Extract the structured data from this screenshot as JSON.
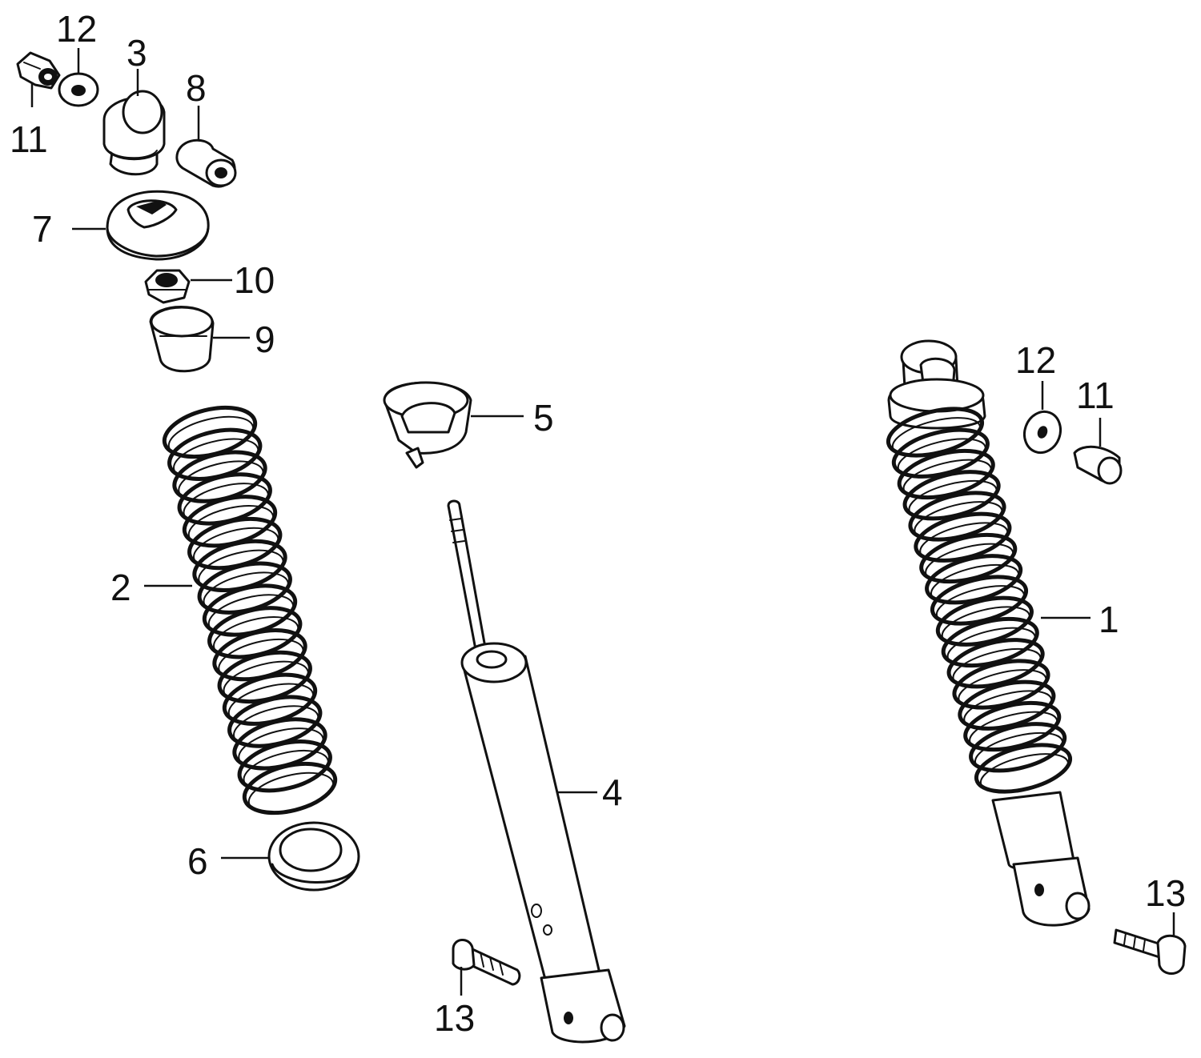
{
  "callouts": {
    "c1": "1",
    "c2": "2",
    "c3": "3",
    "c4": "4",
    "c5": "5",
    "c6": "6",
    "c7": "7",
    "c8": "8",
    "c9": "9",
    "c10": "10",
    "c11_top": "11",
    "c11_right": "11",
    "c12_top": "12",
    "c12_right": "12",
    "c13_left": "13",
    "c13_right": "13"
  },
  "colors": {
    "ink": "#111111",
    "paper": "#ffffff"
  }
}
